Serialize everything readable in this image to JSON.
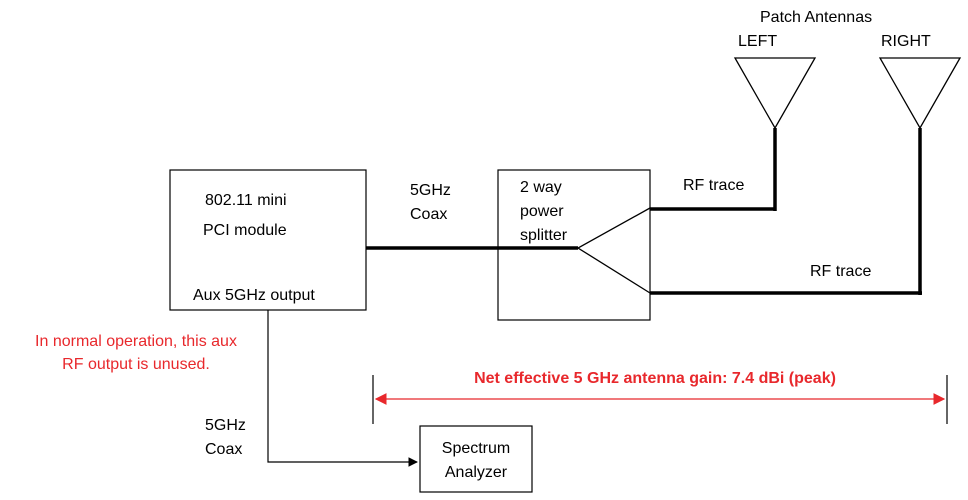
{
  "antennas": {
    "heading": "Patch Antennas",
    "left_label": "LEFT",
    "right_label": "RIGHT"
  },
  "module": {
    "line1": "802.11 mini",
    "line2": "PCI module",
    "aux_label": "Aux 5GHz output"
  },
  "coax_main": {
    "line1": "5GHz",
    "line2": "Coax"
  },
  "splitter": {
    "line1": "2 way",
    "line2": "power",
    "line3": "splitter"
  },
  "rf_trace_upper": "RF trace",
  "rf_trace_lower": "RF trace",
  "aux_note": {
    "line1": "In normal operation, this aux",
    "line2": "RF output is unused."
  },
  "coax_aux": {
    "line1": "5GHz",
    "line2": "Coax"
  },
  "analyzer": {
    "line1": "Spectrum",
    "line2": "Analyzer"
  },
  "gain_note": "Net effective 5 GHz antenna gain: 7.4 dBi (peak)",
  "colors": {
    "annotation_red": "#e8282c",
    "line_black": "#000000"
  }
}
